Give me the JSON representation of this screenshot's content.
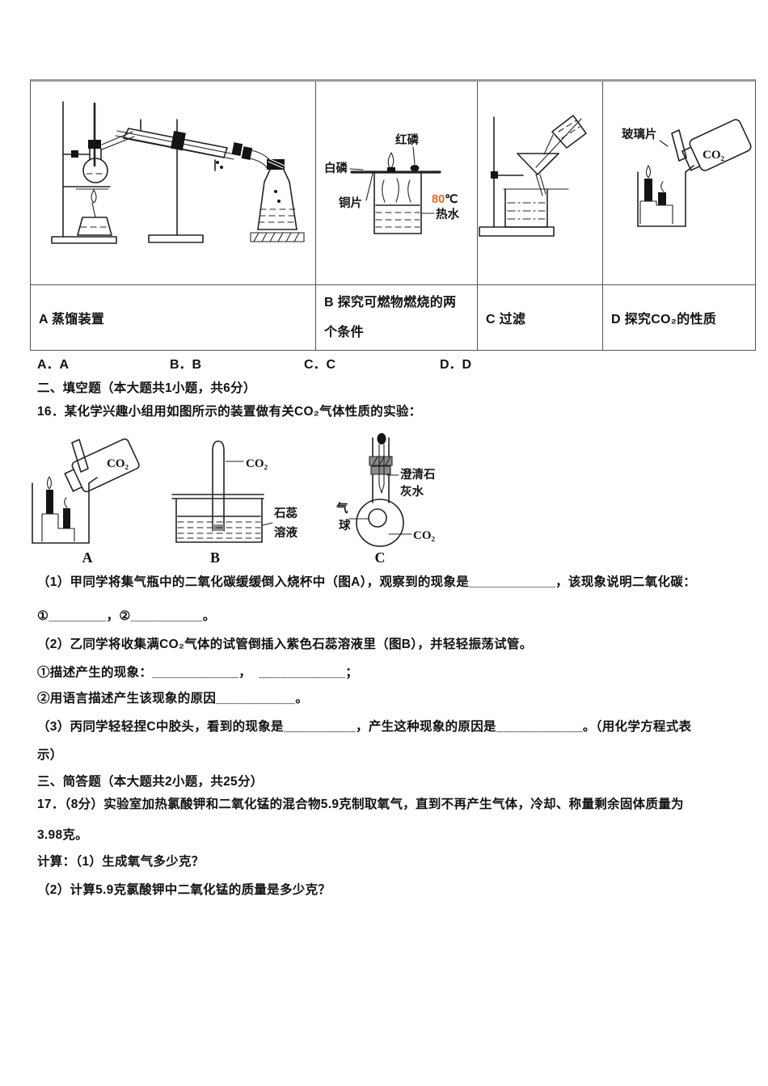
{
  "colors": {
    "temp": "#e2691f"
  },
  "apparatus_table": {
    "a": {
      "caption": "A 蒸馏装置"
    },
    "b": {
      "caption": "B 探究可燃物燃烧的两个条件",
      "label_red_phosphorus": "红磷",
      "label_white_phosphorus": "白磷",
      "label_copper_sheet": "铜片",
      "temp_value": "80",
      "temp_unit": "℃",
      "label_hot_water": "热水"
    },
    "c": {
      "caption": "C 过滤"
    },
    "d": {
      "caption": "D 探究CO₂的性质",
      "label_glass_plate": "玻璃片",
      "label_co2": "CO₂"
    }
  },
  "options": {
    "a": "A．A",
    "b": "B．B",
    "c": "C．C",
    "d": "D．D"
  },
  "sections": {
    "fill_in": "二、填空题（本大题共1小题，共6分）",
    "short_answer": "三、简答题（本大题共2小题，共25分）"
  },
  "q16": {
    "stem": "16．某化学兴趣小组用如图所示的装置做有关CO₂气体性质的实验：",
    "fig_a": {
      "letter": "A",
      "co2": "CO₂"
    },
    "fig_b": {
      "letter": "B",
      "co2": "CO₂",
      "solution_label_1": "石蕊",
      "solution_label_2": "溶液"
    },
    "fig_c": {
      "letter": "C",
      "limewater_label_1": "澄清石",
      "limewater_label_2": "灰水",
      "balloon_label_1": "气",
      "balloon_label_2": "球",
      "co2": "CO₂"
    },
    "line1": "（1）甲同学将集气瓶中的二氧化碳缓缓倒入烧杯中（图A），观察到的现象是____________，该现象说明二氧化碳：",
    "line2": "①________，②__________。",
    "line3": "（2）乙同学将收集满CO₂气体的试管倒插入紫色石蕊溶液里（图B），并轻轻振荡试管。",
    "line4": "①描述产生的现象：____________，  ____________；",
    "line5": "②用语言描述产生该现象的原因___________。",
    "line6": "（3）丙同学轻轻捏C中胶头，看到的现象是__________，产生这种现象的原因是____________。（用化学方程式表",
    "line7": "示）"
  },
  "q17": {
    "line1": "17．（8分）实验室加热氯酸钾和二氧化锰的混合物5.9克制取氧气，直到不再产生气体，冷却、称量剩余固体质量为",
    "line2": "3.98克。",
    "line3": "计算：（1）生成氧气多少克？",
    "line4": "（2）计算5.9克氯酸钾中二氧化锰的质量是多少克？"
  }
}
